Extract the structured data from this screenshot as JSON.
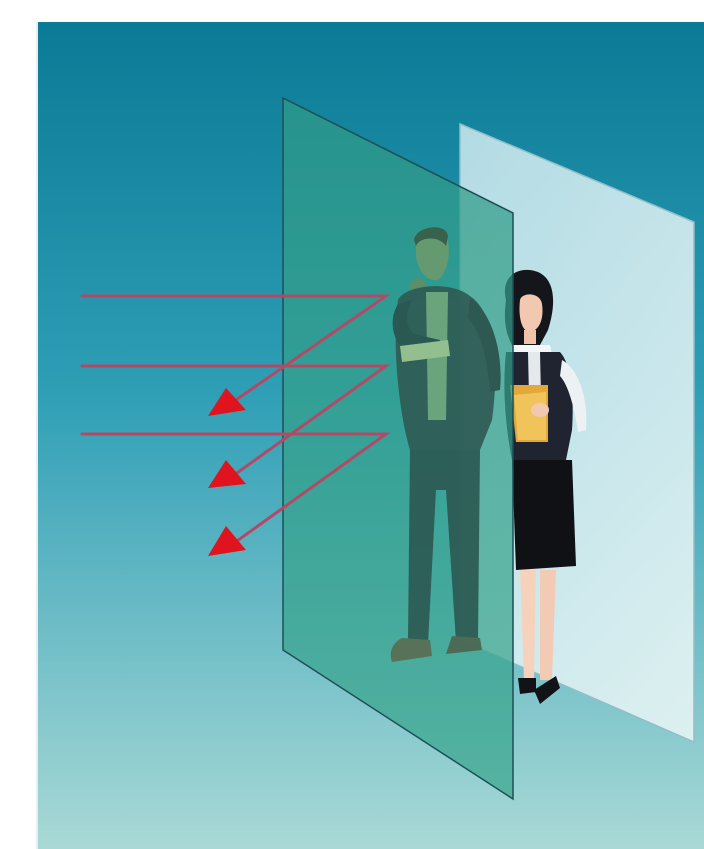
{
  "scene": {
    "background_top": "#0a7a96",
    "background_bottom": "#a9d9d6",
    "front_panel_color": "#2f9a86",
    "back_panel_color": "#bfe3e8",
    "ray_color": "#b24a66",
    "arrowhead_color": "#e0141e",
    "ray_count": 3,
    "figures": [
      "man-in-suit-figure",
      "woman-with-folder-figure"
    ]
  }
}
